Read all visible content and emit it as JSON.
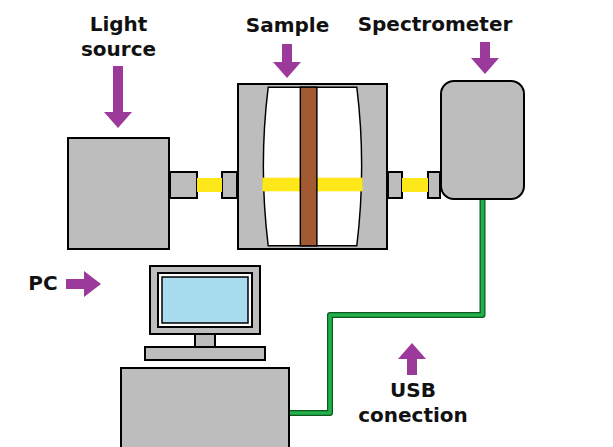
{
  "diagram": {
    "nodes": [
      {
        "text": [
          "Light source"
        ]
      },
      {
        "text": [
          "Sample"
        ]
      },
      {
        "text": [
          "Spectrometer"
        ]
      },
      {
        "text": [
          "PC"
        ]
      }
    ],
    "edges": [
      {
        "from": 0,
        "to": 1,
        "arrow": "none"
      },
      {
        "from": 1,
        "to": 2,
        "arrow": "none"
      },
      {
        "from": 2,
        "to": 3,
        "arrow": "none"
      }
    ],
    "labels": [
      "USB conection"
    ]
  }
}
